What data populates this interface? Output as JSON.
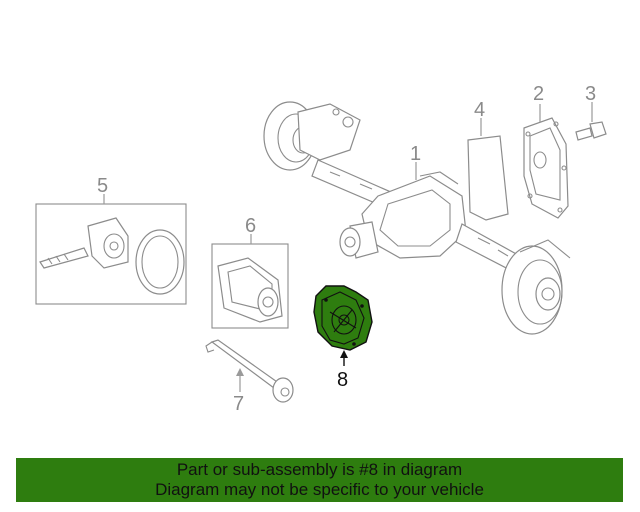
{
  "callouts": {
    "c1": "1",
    "c2": "2",
    "c3": "3",
    "c4": "4",
    "c5": "5",
    "c6": "6",
    "c7": "7",
    "c8": "8"
  },
  "highlight_color": "#2e7d0f",
  "banner": {
    "line1": "Part or sub-assembly is #8 in diagram",
    "line2": "Diagram may not be specific to your vehicle"
  }
}
